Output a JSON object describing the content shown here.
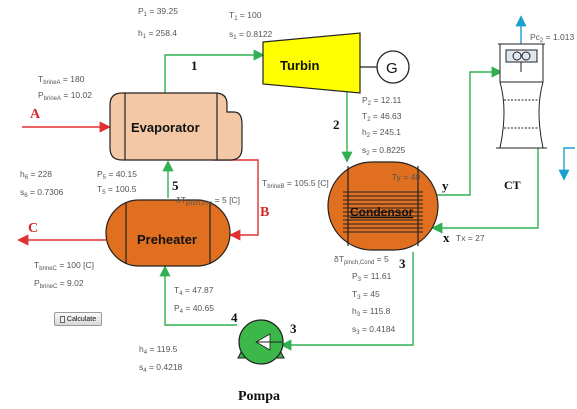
{
  "components": {
    "turbine": "Turbin",
    "generator": "G",
    "evaporator": "Evaporator",
    "condenser": "Condensor",
    "preheater": "Preheater",
    "pump": "Pompa",
    "cooling_tower": "CT"
  },
  "points": {
    "p1": "1",
    "p2": "2",
    "p3a": "3",
    "p3b": "3",
    "p4": "4",
    "p5": "5",
    "A": "A",
    "B": "B",
    "C": "C",
    "x": "x",
    "y": "y"
  },
  "state1": {
    "P": "39.25",
    "h": "258.4",
    "T": "100",
    "s": "0.8122"
  },
  "state2": {
    "P": "12.11",
    "T": "46.63",
    "h": "245.1",
    "s": "0.8225"
  },
  "state3": {
    "P": "11.61",
    "T": "45",
    "h": "115.8",
    "s": "0.4184"
  },
  "state4": {
    "T": "47.87",
    "P": "40.65",
    "h": "119.5",
    "s": "0.4218"
  },
  "state5": {
    "P": "40.15",
    "T": "100.5"
  },
  "state6": {
    "h": "228",
    "s": "0.7306"
  },
  "brineA": {
    "T": "180",
    "P": "10.02"
  },
  "brineB": {
    "T": "105.5 [C]"
  },
  "brineC": {
    "T": "100 [C]",
    "P": "9.02"
  },
  "pinch": {
    "eva": "5 [C]",
    "cond": "5"
  },
  "cooling": {
    "Ty": "40",
    "Tx": "27",
    "Pc2": "1.013"
  },
  "calculate_label": "Calculate",
  "colors": {
    "turbine": "#ffff00",
    "hx_fill": "#e07020",
    "evaporator_fill": "#f4c8a4",
    "brine_line": "#e03030",
    "working_fluid_line": "#30b050",
    "cooling_line": "#1aa0d0"
  }
}
